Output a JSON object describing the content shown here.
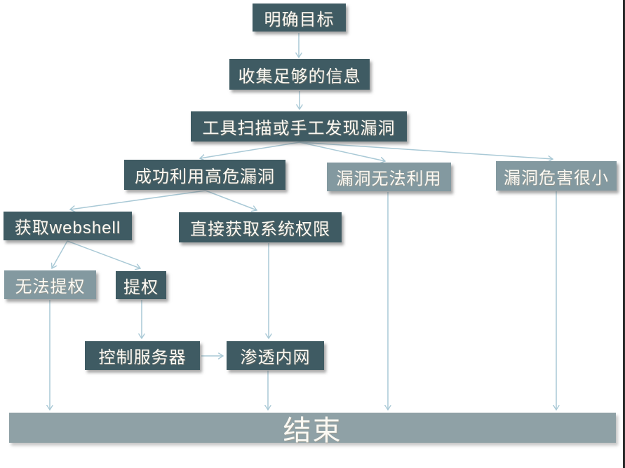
{
  "diagram": {
    "nodes": {
      "clarify_goal": {
        "label": "明确目标",
        "style": "dark"
      },
      "collect_info": {
        "label": "收集足够的信息",
        "style": "dark"
      },
      "scan_vuln": {
        "label": "工具扫描或手工发现漏洞",
        "style": "dark"
      },
      "exploit_success": {
        "label": "成功利用高危漏洞",
        "style": "dark"
      },
      "vuln_unusable": {
        "label": "漏洞无法利用",
        "style": "light"
      },
      "vuln_low_harm": {
        "label": "漏洞危害很小",
        "style": "light"
      },
      "get_webshell": {
        "label": "获取webshell",
        "style": "dark"
      },
      "direct_system": {
        "label": "直接获取系统权限",
        "style": "dark"
      },
      "privesc_fail": {
        "label": "无法提权",
        "style": "light"
      },
      "privesc": {
        "label": "提权",
        "style": "dark"
      },
      "control_server": {
        "label": "控制服务器",
        "style": "dark"
      },
      "pentest_intranet": {
        "label": "渗透内网",
        "style": "dark"
      },
      "end": {
        "label": "结束",
        "style": "bar"
      }
    },
    "edges": [
      {
        "from": "clarify_goal",
        "to": "collect_info"
      },
      {
        "from": "collect_info",
        "to": "scan_vuln"
      },
      {
        "from": "scan_vuln",
        "to": "exploit_success"
      },
      {
        "from": "scan_vuln",
        "to": "vuln_unusable"
      },
      {
        "from": "scan_vuln",
        "to": "vuln_low_harm"
      },
      {
        "from": "exploit_success",
        "to": "get_webshell"
      },
      {
        "from": "exploit_success",
        "to": "direct_system"
      },
      {
        "from": "get_webshell",
        "to": "privesc_fail"
      },
      {
        "from": "get_webshell",
        "to": "privesc"
      },
      {
        "from": "privesc",
        "to": "control_server"
      },
      {
        "from": "control_server",
        "to": "pentest_intranet"
      },
      {
        "from": "direct_system",
        "to": "pentest_intranet"
      },
      {
        "from": "privesc_fail",
        "to": "end"
      },
      {
        "from": "pentest_intranet",
        "to": "end"
      },
      {
        "from": "vuln_unusable",
        "to": "end"
      },
      {
        "from": "vuln_low_harm",
        "to": "end"
      }
    ],
    "colors": {
      "node_dark": "#3f5b63",
      "node_light": "#8399a0",
      "end_bar": "#8fa1a6",
      "arrow": "#a9c9d6",
      "text": "#fbf9f3"
    }
  }
}
